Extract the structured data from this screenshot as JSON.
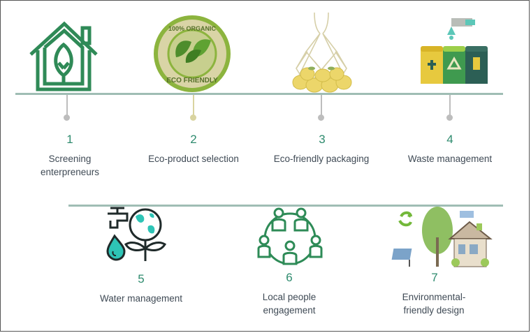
{
  "steps": [
    {
      "number": "1",
      "label_lines": [
        "Screening",
        "enterpreneurs"
      ],
      "icon": "house-leaf-icon"
    },
    {
      "number": "2",
      "label_lines": [
        "Eco-product selection"
      ],
      "icon": "eco-friendly-badge-icon",
      "badge_text": [
        "100% ORGANIC",
        "ECO FRIENDLY"
      ]
    },
    {
      "number": "3",
      "label_lines": [
        "Eco-friendly packaging"
      ],
      "icon": "net-bag-icon"
    },
    {
      "number": "4",
      "label_lines": [
        "Waste management"
      ],
      "icon": "recycling-bins-icon"
    },
    {
      "number": "5",
      "label_lines": [
        "Water management"
      ],
      "icon": "water-tap-globe-icon"
    },
    {
      "number": "6",
      "label_lines": [
        "Local people",
        "engagement"
      ],
      "icon": "people-network-icon"
    },
    {
      "number": "7",
      "label_lines": [
        "Environmental-",
        "friendly design"
      ],
      "icon": "eco-house-icon"
    }
  ],
  "colors": {
    "line": "#9fbdb4",
    "accent": "#2e8b6e",
    "text": "#3f4a55",
    "connector": "#bdbdbd"
  }
}
